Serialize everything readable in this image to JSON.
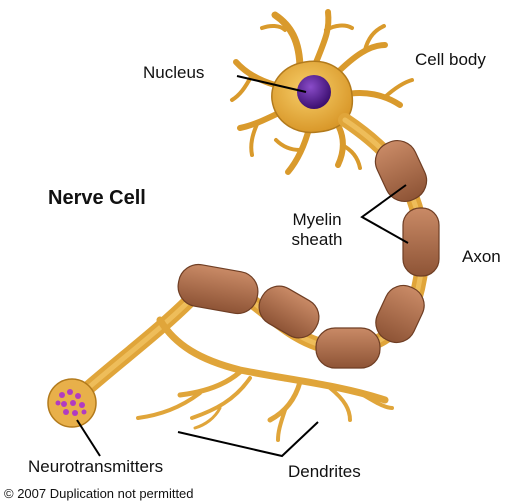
{
  "labels": {
    "title": "Nerve Cell",
    "nucleus": "Nucleus",
    "cell_body": "Cell body",
    "myelin_line1": "Myelin",
    "myelin_line2": "sheath",
    "axon": "Axon",
    "neurotransmitters": "Neurotransmitters",
    "dendrites": "Dendrites",
    "copyright": "© 2007 Duplication not permitted"
  },
  "colors": {
    "neuron_fill": "#e3a63a",
    "neuron_stroke": "#b27a1c",
    "nucleus": "#5b1f96",
    "myelin_fill": "#a86a4a",
    "myelin_stroke": "#6f3e24",
    "terminal_dots": "#b13bc2",
    "leader_lines": "#000000"
  }
}
